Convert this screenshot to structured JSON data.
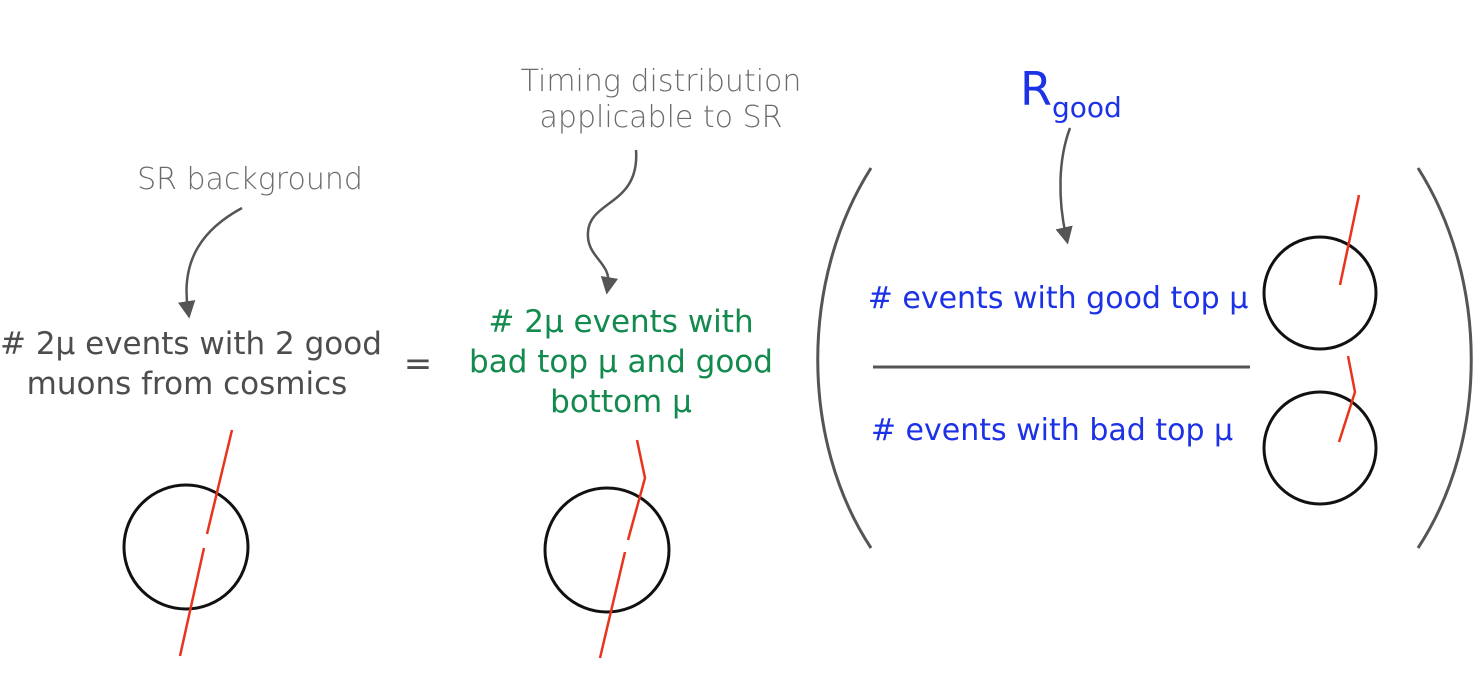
{
  "annotations": {
    "sr_background": "SR background",
    "timing_line1": "Timing distribution",
    "timing_line2": "applicable to SR"
  },
  "equation": {
    "lhs_line1": "# 2μ events with 2 good",
    "lhs_line2": "muons from cosmics",
    "equals": "=",
    "mid_line1": "# 2μ events with",
    "mid_line2": "bad top μ and good",
    "mid_line3": "bottom μ",
    "ratio_symbol": "R",
    "ratio_subscript": "good",
    "numerator": "# events with good top μ",
    "denominator": "# events with bad top μ"
  },
  "colors": {
    "gray_text": "#4d4d4d",
    "annotation": "#6b6b6b",
    "green": "#138a4e",
    "blue": "#1c32e6",
    "track_red": "#e8341c",
    "circle": "#111111",
    "paren": "#555555"
  }
}
